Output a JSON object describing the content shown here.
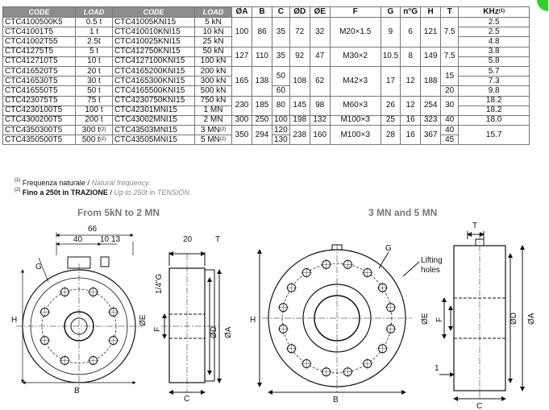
{
  "table": {
    "group_headers": [
      "CODE",
      "LOAD",
      "CODE",
      "LOAD"
    ],
    "dim_headers": [
      "ØA",
      "B",
      "C",
      "ØD",
      "ØE",
      "F",
      "G",
      "n°G",
      "H",
      "T"
    ],
    "khz_header": "KHz",
    "khz_header_sup": "(1)",
    "rows": [
      {
        "code1": "CTC4100500K5",
        "load1": "0.5 t",
        "load1_sup": "",
        "code2": "CTC41005KNI15",
        "load2": "5 kN",
        "load2_sup": "",
        "khz": "2.5"
      },
      {
        "code1": "CTC41001T5",
        "load1": "1 t",
        "load1_sup": "",
        "code2": "CTC410010KNI15",
        "load2": "10 kN",
        "load2_sup": "",
        "khz": "2.5"
      },
      {
        "code1": "CTC41002T55",
        "load1": "2.5t",
        "load1_sup": "",
        "code2": "CTC410025KNI15",
        "load2": "25 kN",
        "load2_sup": "",
        "khz": "4.8"
      },
      {
        "code1": "CTC41275T5",
        "load1": "5 t",
        "load1_sup": "",
        "code2": "CTC412750KNI15",
        "load2": "50 kN",
        "load2_sup": "",
        "khz": "3.8"
      },
      {
        "code1": "CTC412710T5",
        "load1": "10 t",
        "load1_sup": "",
        "code2": "CTC4127100KNI15",
        "load2": "100 kN",
        "load2_sup": "",
        "khz": "5.8"
      },
      {
        "code1": "CTC416520T5",
        "load1": "20 t",
        "load1_sup": "",
        "code2": "CTC4165200KNI15",
        "load2": "200 kN",
        "load2_sup": "",
        "khz": "5.7"
      },
      {
        "code1": "CTC416530T5",
        "load1": "30 t",
        "load1_sup": "",
        "code2": "CTC4165300KNI15",
        "load2": "300 kN",
        "load2_sup": "",
        "khz": "7.3"
      },
      {
        "code1": "CTC416550T5",
        "load1": "50 t",
        "load1_sup": "",
        "code2": "CTC4165500KNI15",
        "load2": "500 kN",
        "load2_sup": "",
        "khz": "9.8"
      },
      {
        "code1": "CTC423075T5",
        "load1": "75 t",
        "load1_sup": "",
        "code2": "CTC4230750KNI15",
        "load2": "750 kN",
        "load2_sup": "",
        "khz": "18.2"
      },
      {
        "code1": "CTC4230100T5",
        "load1": "100 t",
        "load1_sup": "",
        "code2": "CTC42301MNI15",
        "load2": "1 MN",
        "load2_sup": "",
        "khz": "18.2"
      },
      {
        "code1": "CTC4300200T5",
        "load1": "200 t",
        "load1_sup": "",
        "code2": "CTC43002MNI15",
        "load2": "2 MN",
        "load2_sup": "",
        "khz": "18.0"
      },
      {
        "code1": "CTC4350300T5",
        "load1": "300 t",
        "load1_sup": "(2)",
        "code2": "CTC43503MNI15",
        "load2": "3 MN",
        "load2_sup": "(2)"
      },
      {
        "code1": "CTC4350500T5",
        "load1": "500 t",
        "load1_sup": "(2)",
        "code2": "CTC43505MNI15",
        "load2": "5 MN",
        "load2_sup": "(2)"
      }
    ],
    "dims": {
      "g1": {
        "A": "100",
        "B": "86",
        "C": "35",
        "D": "72",
        "E": "32",
        "F": "M20×1.5",
        "G": "9",
        "nG": "6",
        "H": "121",
        "T": "7.5"
      },
      "g2": {
        "A": "127",
        "B": "110",
        "C": "35",
        "D": "92",
        "E": "47",
        "F": "M30×2",
        "G": "10.5",
        "nG": "8",
        "H": "149",
        "T": "7.5"
      },
      "g3": {
        "A": "165",
        "B": "138",
        "C1": "50",
        "C2": "60",
        "D": "108",
        "E": "62",
        "F": "M42×3",
        "G": "17",
        "nG": "12",
        "H": "188",
        "T1": "15",
        "T2": "20"
      },
      "g4": {
        "A": "230",
        "B": "185",
        "C": "80",
        "D": "145",
        "E": "98",
        "F": "M60×3",
        "G": "26",
        "nG": "12",
        "H": "254",
        "T": "30"
      },
      "g5": {
        "A": "300",
        "B": "250",
        "C": "100",
        "D": "198",
        "E": "132",
        "F": "M100×3",
        "G": "25",
        "nG": "16",
        "H": "323",
        "T": "40"
      },
      "g6": {
        "A": "350",
        "B": "294",
        "C1": "120",
        "C2": "130",
        "D": "238",
        "E": "160",
        "F": "M100×3",
        "G": "28",
        "nG": "16",
        "H": "367",
        "T1": "40",
        "T2": "45",
        "khz": "15.7"
      }
    }
  },
  "notes": {
    "n1_mark": "(1)",
    "n1_it": "Frequenza naturale",
    "n1_sep": " / ",
    "n1_en": "Natural frequency.",
    "n2_mark": "(2)",
    "n2_it": "Fino a 250t in TRAZIONE",
    "n2_sep": " / ",
    "n2_en": "Up to 250t in TENSION."
  },
  "panels": {
    "left_title": "From 5kN to 2 MN",
    "right_title": "3 MN and 5 MN"
  },
  "labels": {
    "d66": "66",
    "d40": "40",
    "d10": "10",
    "d13": "13",
    "d20": "20",
    "T": "T",
    "G": "G",
    "H": "H",
    "B": "B",
    "C": "C",
    "E": "ØE",
    "F": "F",
    "D": "ØD",
    "A": "ØA",
    "quarterG": "1/4\"G",
    "lifting1": "Lifting",
    "lifting2": "holes",
    "one": "1"
  },
  "colors": {
    "header_bg": "#8c8c8c",
    "title_gray": "#777777",
    "note_gray": "#888888",
    "accent_green": "#33cc33"
  }
}
